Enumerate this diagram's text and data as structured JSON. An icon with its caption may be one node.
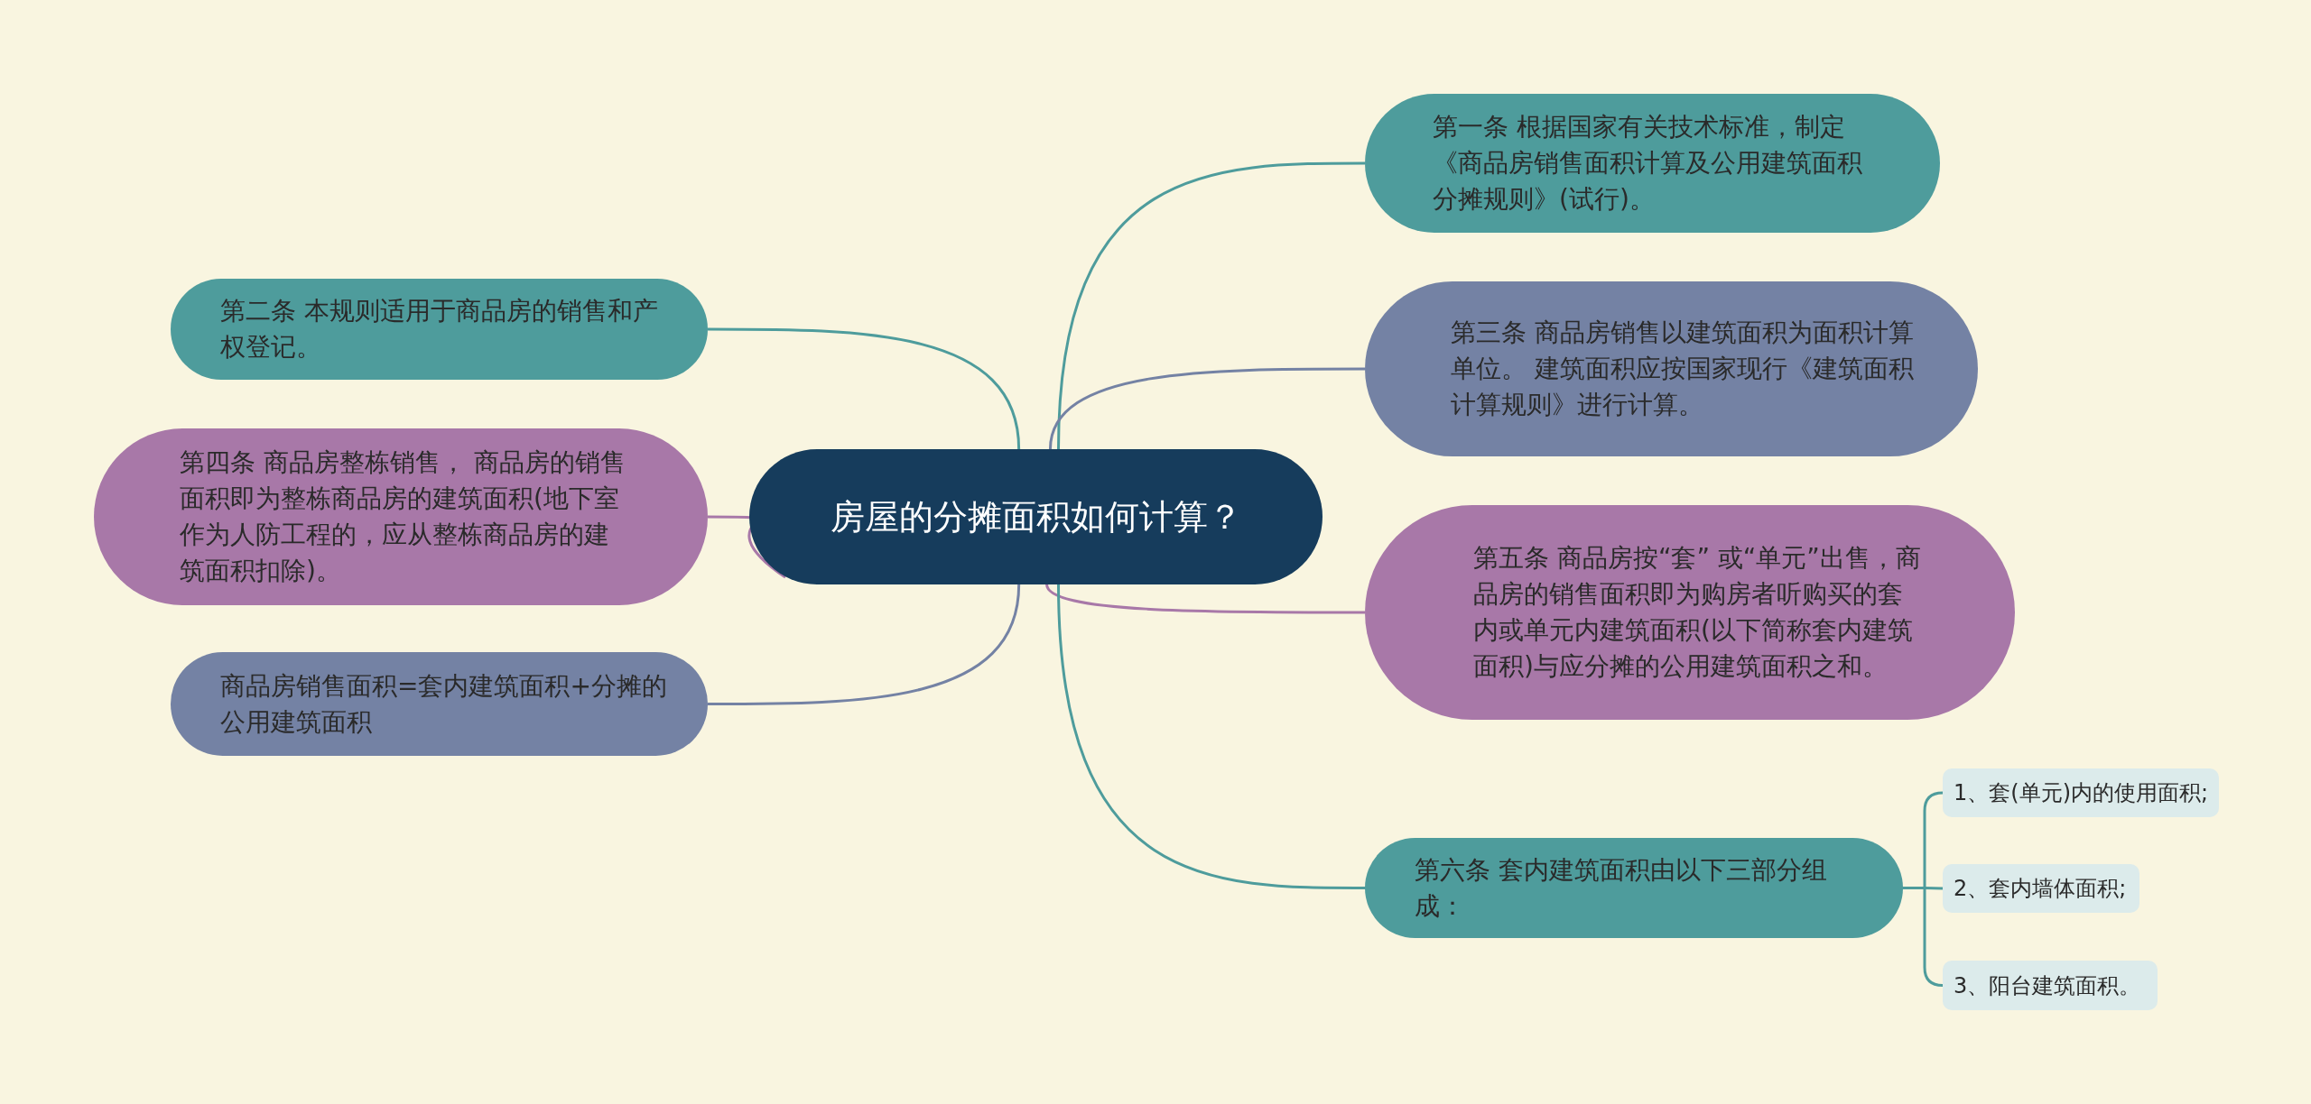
{
  "diagram": {
    "nodes": [
      {
        "text": [
          "房屋的分摊面积如何计算？"
        ]
      },
      {
        "text": [
          "第一条 根据国家有关技术标准，制定《商品房销售面积计算及公用建筑面积分摊规则》(试行)。"
        ]
      },
      {
        "text": [
          "第二条 本规则适用于商品房的销售和产权登记。"
        ]
      },
      {
        "text": [
          "第三条 商品房销售以建筑面积为面积计算单位。 建筑面积应按国家现行《建筑面积计算规则》进行计算。"
        ]
      },
      {
        "text": [
          "第四条 商品房整栋销售， 商品房的销售面积即为整栋商品房的建筑面积(地下室作为人防工程的，应从整栋商品房的建筑面积扣除)。"
        ]
      },
      {
        "text": [
          "第五条 商品房按“套” 或“单元”出售，商品房的销售面积即为购房者听购买的套内或单元内建筑面积(以下简称套内建筑面积)与应分摊的公用建筑面积之和。"
        ]
      },
      {
        "text": [
          "商品房销售面积=套内建筑面积+分摊的公用建筑面积"
        ]
      },
      {
        "text": [
          "第六条 套内建筑面积由以下三部分组成："
        ]
      },
      {
        "text": [
          "1、套(单元)内的使用面积;"
        ]
      },
      {
        "text": [
          "2、套内墙体面积;"
        ]
      },
      {
        "text": [
          "3、阳台建筑面积。"
        ]
      }
    ],
    "edges": [
      {
        "from": 0,
        "to": 1,
        "arrow": "none"
      },
      {
        "from": 0,
        "to": 2,
        "arrow": "none"
      },
      {
        "from": 0,
        "to": 3,
        "arrow": "none",
        "color": "#7482a4"
      },
      {
        "from": 0,
        "to": 4,
        "arrow": "none",
        "color": "#a878a8"
      },
      {
        "from": 0,
        "to": 5,
        "arrow": "none",
        "color": "#a878a8"
      },
      {
        "from": 0,
        "to": 6,
        "arrow": "none",
        "color": "#7482a4"
      },
      {
        "from": 0,
        "to": 7,
        "arrow": "none"
      },
      {
        "from": 7,
        "to": 8,
        "arrow": "none"
      },
      {
        "from": 7,
        "to": 9,
        "arrow": "none"
      },
      {
        "from": 7,
        "to": 10,
        "arrow": "none"
      }
    ]
  }
}
